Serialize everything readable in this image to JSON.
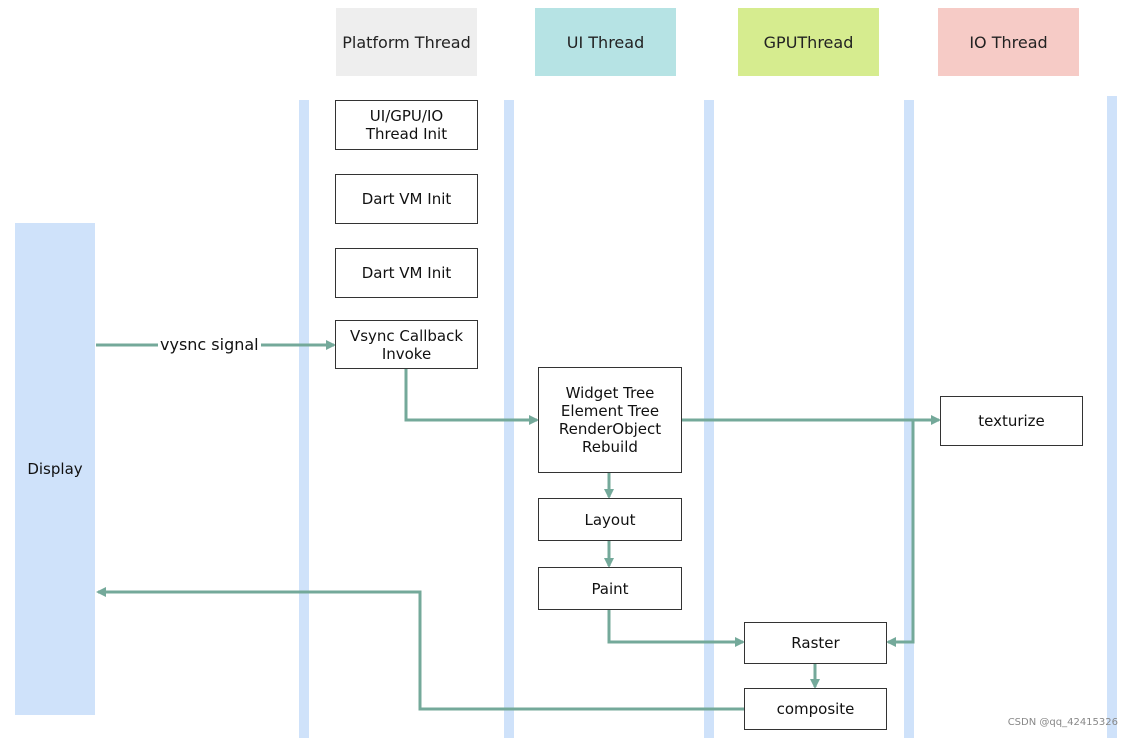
{
  "lanes": {
    "platform": {
      "title": "Platform Thread",
      "color": "#eeeeee"
    },
    "ui": {
      "title": "UI Thread",
      "color": "#b6e3e4"
    },
    "gpu": {
      "title": "GPUThread",
      "color": "#d6ec8f"
    },
    "io": {
      "title": "IO Thread",
      "color": "#f6cbc6"
    }
  },
  "display": {
    "label": "Display"
  },
  "platform_boxes": {
    "thread_init": "UI/GPU/IO\nThread Init",
    "dart_vm_init_1": "Dart VM Init",
    "dart_vm_init_2": "Dart VM Init",
    "vsync_callback": "Vsync Callback\nInvoke"
  },
  "ui_boxes": {
    "rebuild": "Widget Tree\nElement Tree\nRenderObject\nRebuild",
    "layout": "Layout",
    "paint": "Paint"
  },
  "gpu_boxes": {
    "raster": "Raster",
    "composite": "composite"
  },
  "io_boxes": {
    "texturize": "texturize"
  },
  "edges": {
    "vsync_signal": "vysnc signal"
  },
  "colors": {
    "arrow": "#74a99a",
    "lane_bar": "#cfe2fa"
  },
  "watermark": "CSDN @qq_42415326"
}
